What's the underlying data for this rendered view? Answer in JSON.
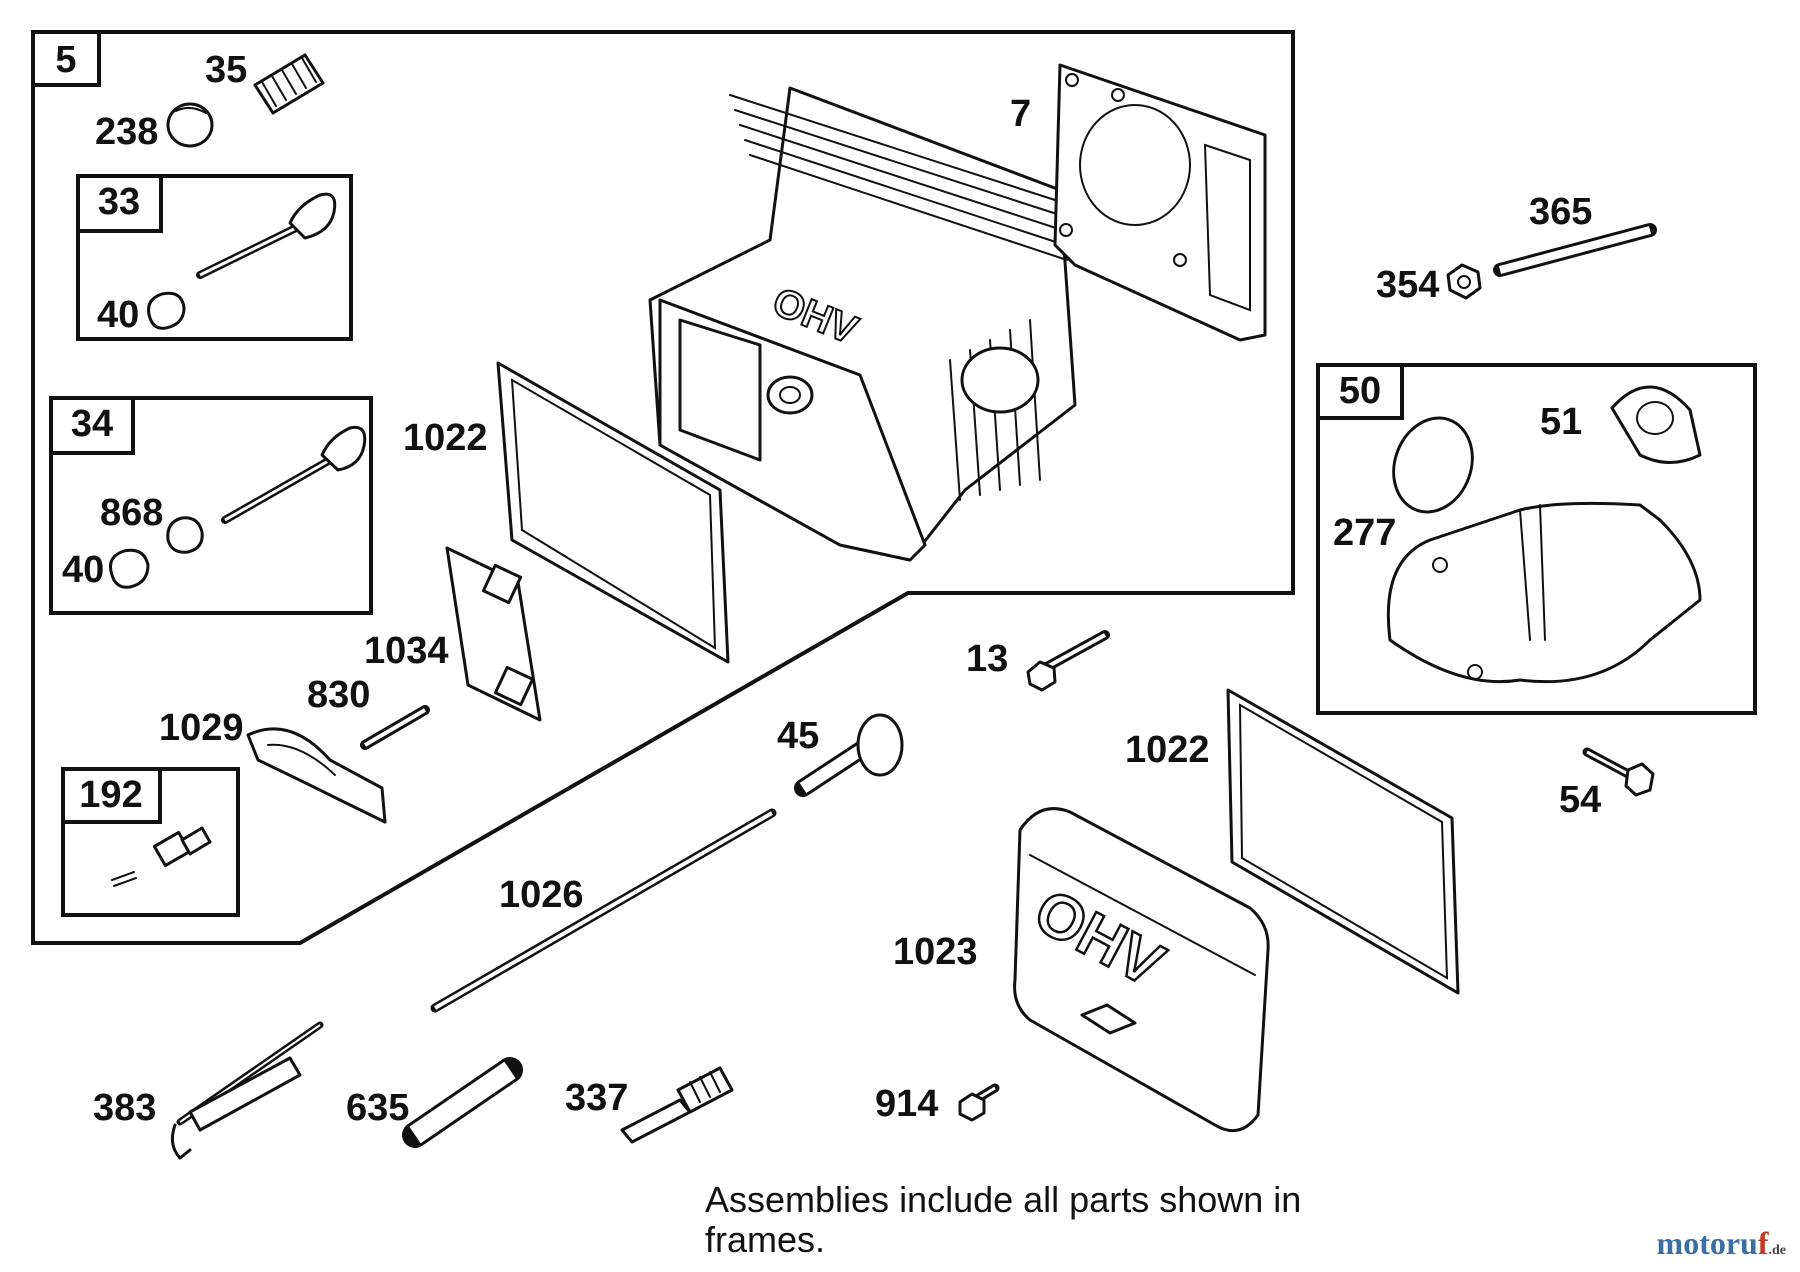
{
  "diagram": {
    "frames": {
      "f5": "5",
      "f33": "33",
      "f34": "34",
      "f50": "50",
      "f192": "192"
    },
    "labels": {
      "p35": "35",
      "p238": "238",
      "p40a": "40",
      "p868": "868",
      "p40b": "40",
      "p7": "7",
      "p1022a": "1022",
      "p1034": "1034",
      "p830": "830",
      "p1029": "1029",
      "p365": "365",
      "p354": "354",
      "p51": "51",
      "p277": "277",
      "p13": "13",
      "p45": "45",
      "p1022b": "1022",
      "p54": "54",
      "p1026": "1026",
      "p1023": "1023",
      "p383": "383",
      "p635": "635",
      "p337": "337",
      "p914": "914"
    },
    "cover_lettering": "OHV",
    "head_lettering": "OHV",
    "note": "Assemblies include all parts shown in frames."
  },
  "watermark": {
    "text_a": "motoru",
    "text_b": "f",
    "text_c": ".de"
  }
}
